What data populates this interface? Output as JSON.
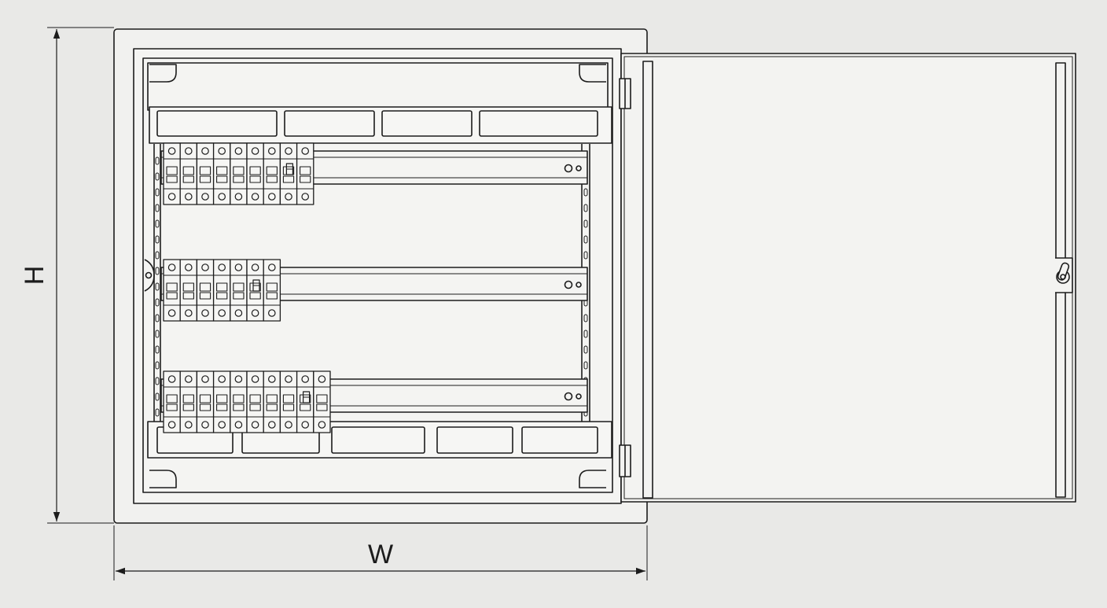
{
  "drawing": {
    "height_label": "H",
    "width_label": "W"
  },
  "enclosure": {
    "door_state": "open",
    "din_rails": [
      {
        "name": "top-rail",
        "breaker_count": 9
      },
      {
        "name": "middle-rail",
        "breaker_count": 7
      },
      {
        "name": "bottom-rail",
        "breaker_count": 10
      }
    ],
    "top_label_slots": 4,
    "bottom_label_slots": 5
  },
  "colors": {
    "background": "#e9e9e7",
    "line": "#1c1c1c",
    "fill": "#f4f4f2"
  }
}
